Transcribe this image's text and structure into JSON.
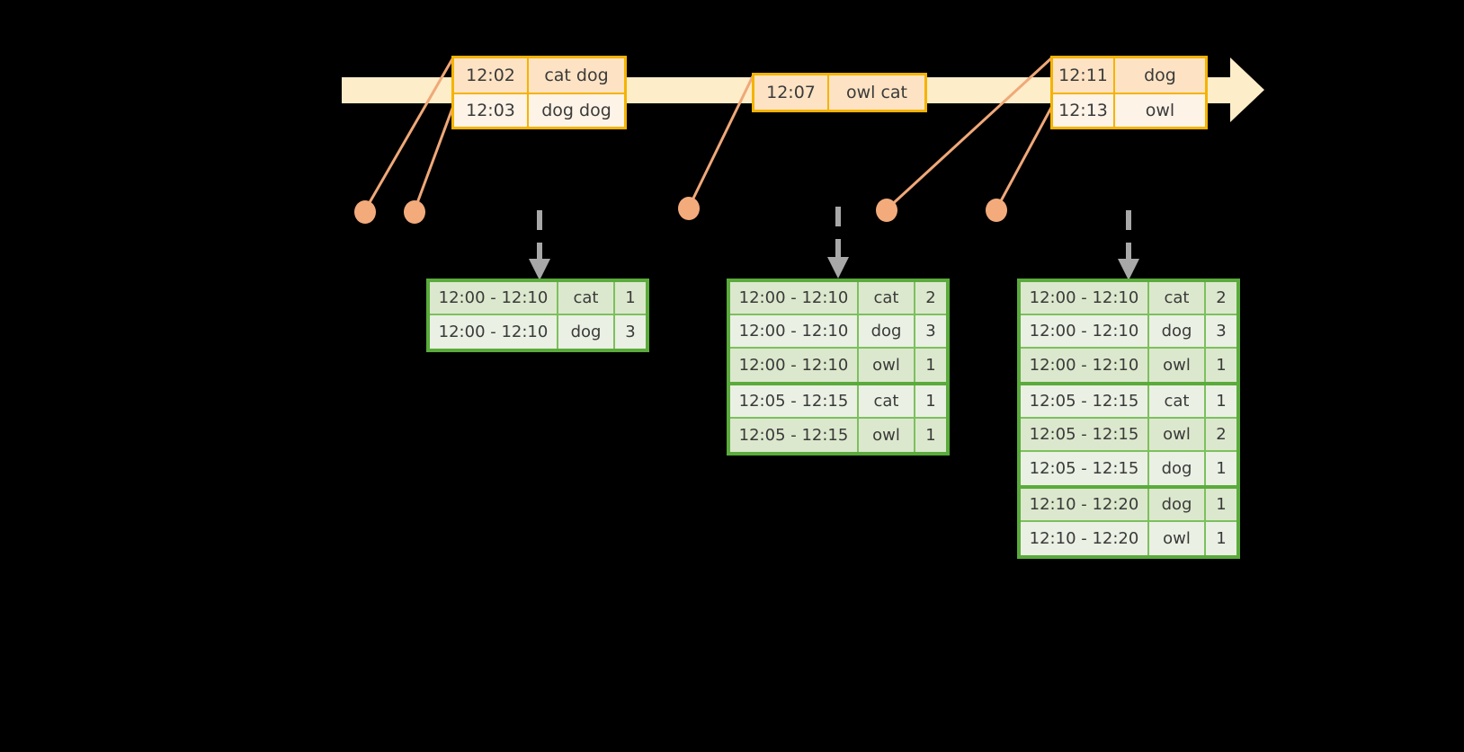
{
  "timeline": {
    "bar_color": "#fdedc9",
    "border_color": "#f5b301",
    "events": [
      {
        "id": "event-group-1",
        "rows": [
          {
            "time": "12:02",
            "words": "cat dog"
          },
          {
            "time": "12:03",
            "words": "dog dog"
          }
        ]
      },
      {
        "id": "event-group-2",
        "rows": [
          {
            "time": "12:07",
            "words": "owl cat"
          }
        ]
      },
      {
        "id": "event-group-3",
        "rows": [
          {
            "time": "12:11",
            "words": "dog"
          },
          {
            "time": "12:13",
            "words": "owl"
          }
        ]
      }
    ]
  },
  "accents": {
    "timeline_fill": "#fdedc9",
    "timeline_stroke": "#f5b301",
    "event_fill_a": "#fde3c4",
    "event_fill_b": "#fdf3e7",
    "connector": "#f0a878",
    "dot": "#f3ab7c",
    "table_border": "#5aab3c",
    "table_fill_a": "#dce8cd",
    "table_fill_b": "#eaf0e3",
    "arrow_gray": "#a8a8a8"
  },
  "tables": [
    {
      "id": "result-table-1",
      "groups": [
        {
          "rows": [
            {
              "window": "12:00 - 12:10",
              "word": "cat",
              "count": "1"
            },
            {
              "window": "12:00 - 12:10",
              "word": "dog",
              "count": "3"
            }
          ]
        }
      ]
    },
    {
      "id": "result-table-2",
      "groups": [
        {
          "rows": [
            {
              "window": "12:00 - 12:10",
              "word": "cat",
              "count": "2"
            },
            {
              "window": "12:00 - 12:10",
              "word": "dog",
              "count": "3"
            },
            {
              "window": "12:00 - 12:10",
              "word": "owl",
              "count": "1"
            }
          ]
        },
        {
          "rows": [
            {
              "window": "12:05 - 12:15",
              "word": "cat",
              "count": "1"
            },
            {
              "window": "12:05 - 12:15",
              "word": "owl",
              "count": "1"
            }
          ]
        }
      ]
    },
    {
      "id": "result-table-3",
      "groups": [
        {
          "rows": [
            {
              "window": "12:00 - 12:10",
              "word": "cat",
              "count": "2"
            },
            {
              "window": "12:00 - 12:10",
              "word": "dog",
              "count": "3"
            },
            {
              "window": "12:00 - 12:10",
              "word": "owl",
              "count": "1"
            }
          ]
        },
        {
          "rows": [
            {
              "window": "12:05 - 12:15",
              "word": "cat",
              "count": "1"
            },
            {
              "window": "12:05 - 12:15",
              "word": "owl",
              "count": "2"
            },
            {
              "window": "12:05 - 12:15",
              "word": "dog",
              "count": "1"
            }
          ]
        },
        {
          "rows": [
            {
              "window": "12:10 - 12:20",
              "word": "dog",
              "count": "1"
            },
            {
              "window": "12:10 - 12:20",
              "word": "owl",
              "count": "1"
            }
          ]
        }
      ]
    }
  ]
}
